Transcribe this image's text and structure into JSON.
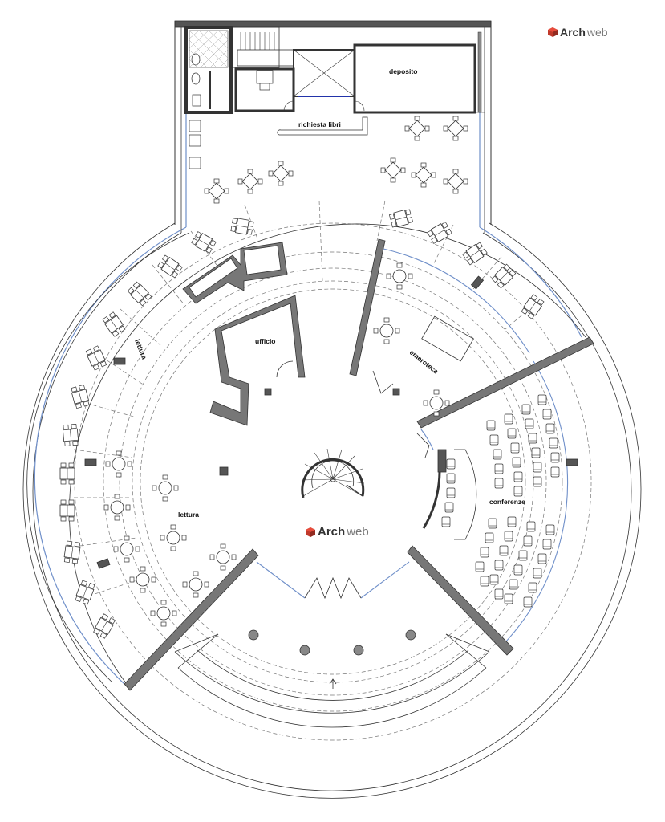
{
  "brand": {
    "part1": "Arch",
    "part2": "web"
  },
  "labels": {
    "deposito": "deposito",
    "richiesta_libri": "richiesta libri",
    "ufficio": "ufficio",
    "emeroteca": "emeroteca",
    "lettura_outer": "lettura",
    "lettura_inner": "lettura",
    "conferenze": "conferenze"
  },
  "colors": {
    "line": "#333333",
    "wall": "#555555",
    "glass": "#6f8fc9",
    "dashed": "#777777",
    "logo_red": "#c0392b",
    "logo_dark": "#333333",
    "logo_grey": "#777777"
  },
  "icons": {
    "logo": "archweb-cube-icon"
  }
}
